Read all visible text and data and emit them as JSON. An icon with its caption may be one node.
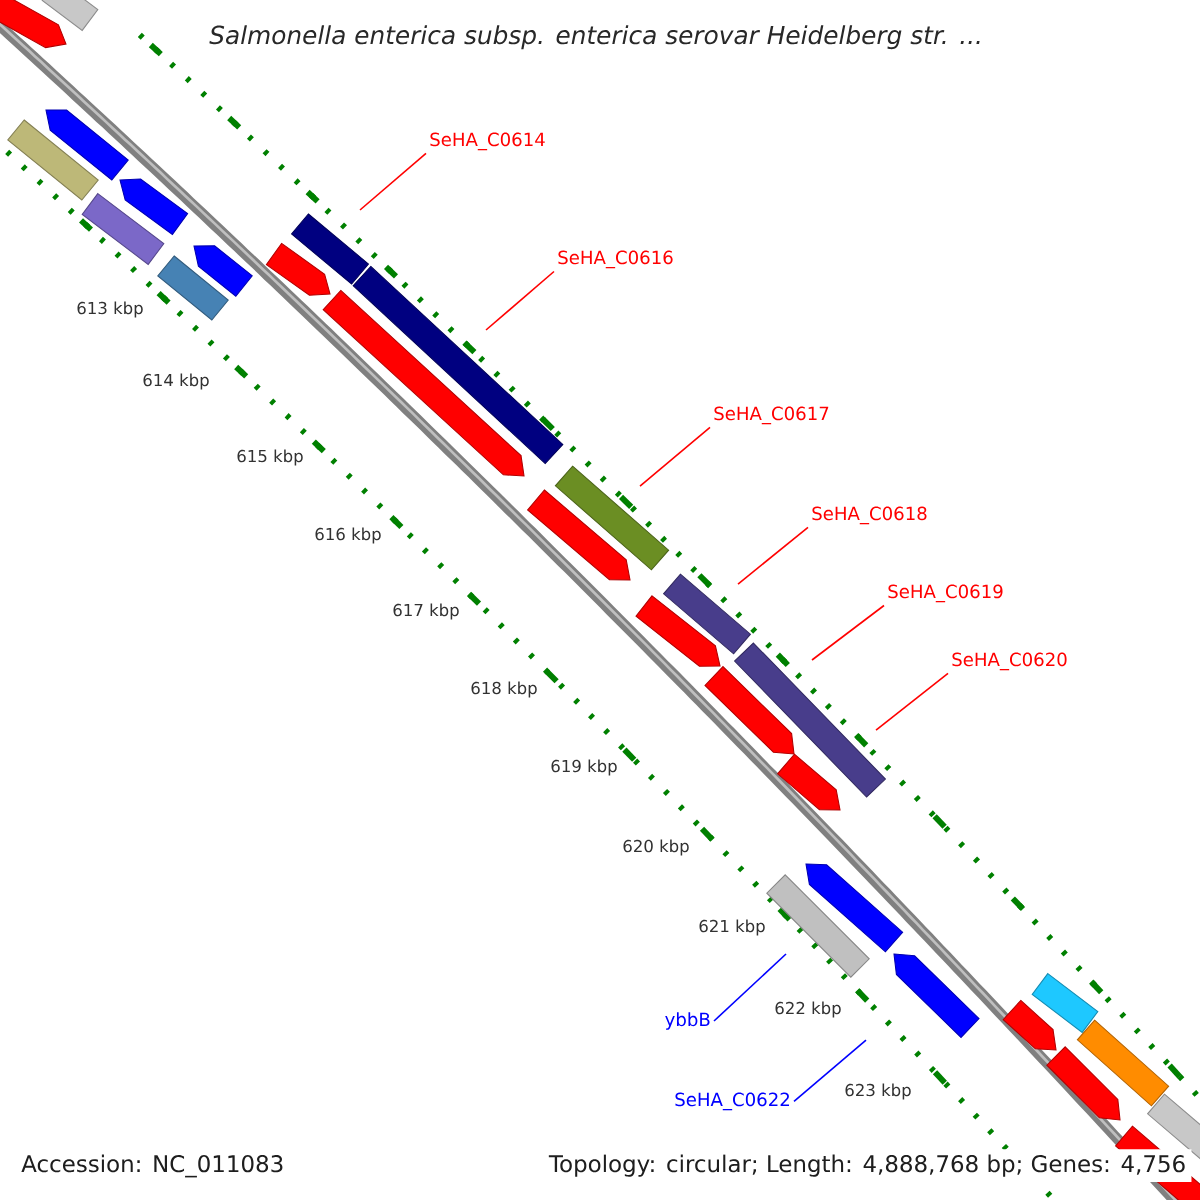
{
  "diagram": {
    "title": "Salmonella enterica subsp. enterica serovar Heidelberg str. ...",
    "nodes": [
      {
        "text": [
          "SeHA_C0614"
        ]
      },
      {
        "text": [
          "SeHA_C0616"
        ]
      },
      {
        "text": [
          "SeHA_C0617"
        ]
      },
      {
        "text": [
          "SeHA_C0618"
        ]
      },
      {
        "text": [
          "SeHA_C0619"
        ]
      },
      {
        "text": [
          "SeHA_C0620"
        ]
      },
      {
        "text": [
          "ybbB"
        ]
      },
      {
        "text": [
          "SeHA_C0622"
        ]
      }
    ],
    "edges": [
      {
        "from": 0,
        "to": null,
        "arrow": "none"
      },
      {
        "from": 1,
        "to": null,
        "arrow": "none"
      },
      {
        "from": 2,
        "to": null,
        "arrow": "none"
      },
      {
        "from": 3,
        "to": null,
        "arrow": "none"
      },
      {
        "from": 4,
        "to": null,
        "arrow": "none"
      },
      {
        "from": 5,
        "to": null,
        "arrow": "none"
      },
      {
        "from": 6,
        "to": null,
        "arrow": "none",
        "color": "#0000ff"
      },
      {
        "from": 7,
        "to": null,
        "arrow": "none",
        "color": "#0000ff"
      }
    ],
    "labels": [
      "613 kbp",
      "614 kbp",
      "615 kbp",
      "616 kbp",
      "617 kbp",
      "618 kbp",
      "619 kbp",
      "620 kbp",
      "621 kbp",
      "622 kbp",
      "623 kbp",
      "Accession: NC_011083",
      "Topology: circular; Length: 4,888,768 bp; Genes: 4,756"
    ]
  }
}
